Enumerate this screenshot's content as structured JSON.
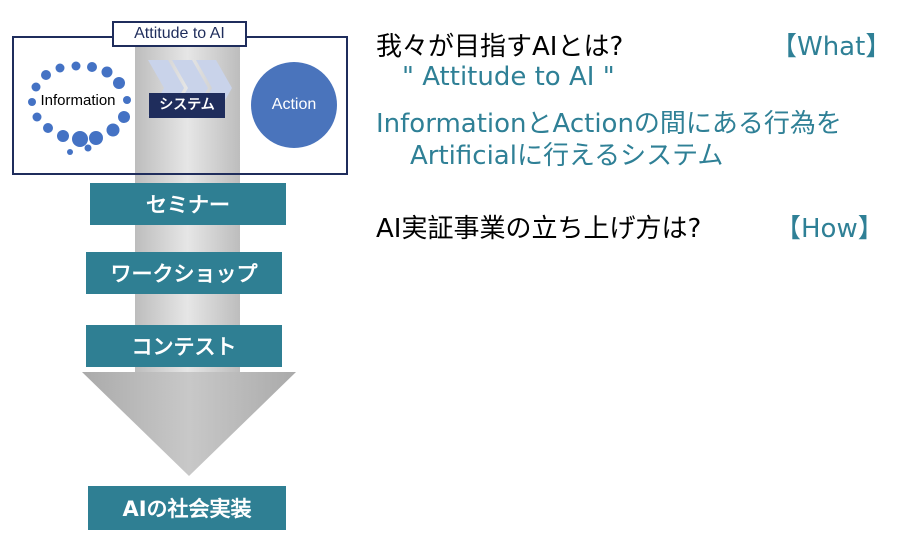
{
  "diagram": {
    "attitude_title": "Attitude to AI",
    "information_label": "Information",
    "system_label": "システム",
    "action_label": "Action",
    "stages": [
      "セミナー",
      "ワークショップ",
      "コンテスト"
    ],
    "goal": "AIの社会実装"
  },
  "text": {
    "question_what": "我々が目指すAIとは?",
    "tag_what": "【What】",
    "quote": "\" Attitude to AI \"",
    "definition_line1": "InformationとActionの間にある行為を",
    "definition_line2": "Artificialに行えるシステム",
    "question_how": "AI実証事業の立ち上げ方は?",
    "tag_how": "【How】"
  },
  "colors": {
    "navy": "#1f2d5c",
    "teal": "#2f7f93",
    "dot_blue": "#4472c4",
    "action_circle": "#4a74bc",
    "arrow_gray": "#b8b8b8"
  }
}
